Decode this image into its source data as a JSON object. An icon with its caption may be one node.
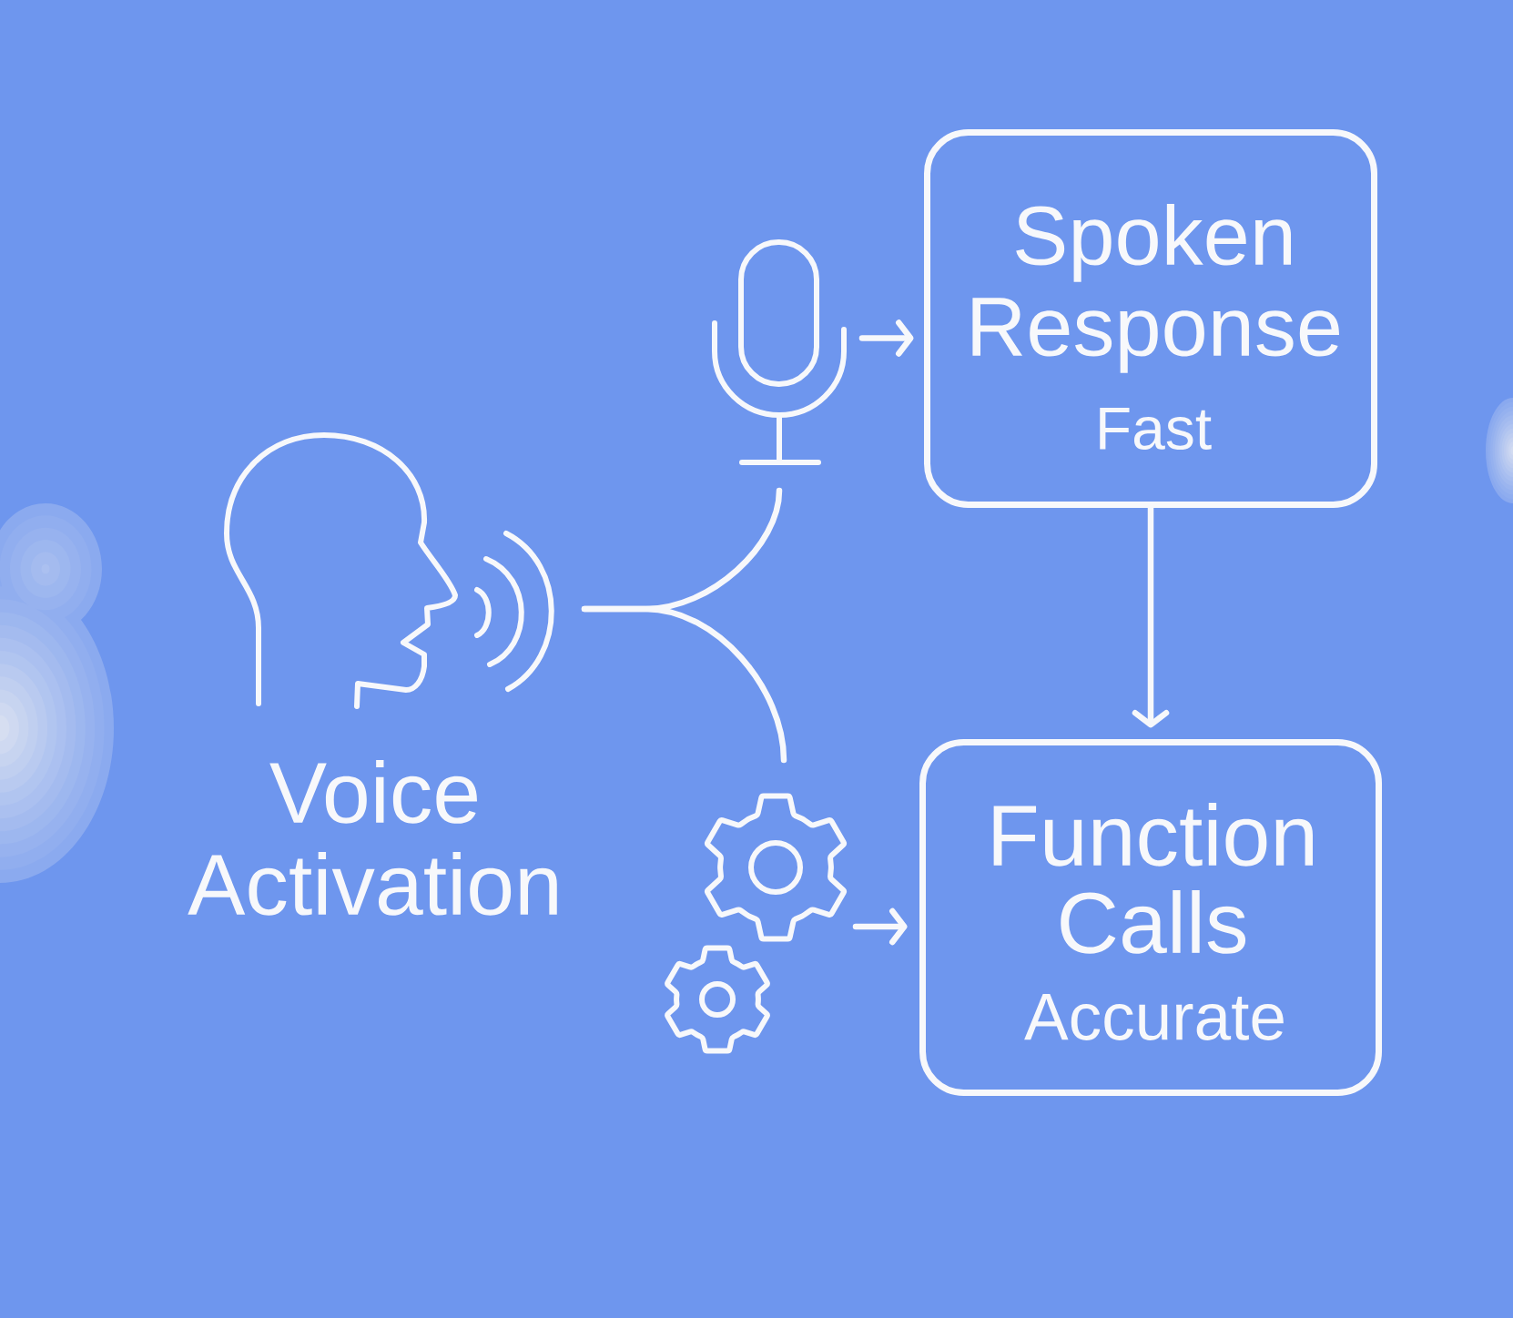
{
  "diagram": {
    "nodes": [
      {
        "text": [
          "Voice Activation"
        ]
      },
      {
        "text": [],
        "shape": "picture"
      },
      {
        "text": [
          "Spoken Response",
          "Fast"
        ]
      },
      {
        "text": [],
        "shape": "picture"
      },
      {
        "text": [
          "Function Calls",
          "Accurate"
        ]
      }
    ],
    "edges": [
      {
        "from": 0,
        "to": 1,
        "arrow": "none"
      },
      {
        "from": 0,
        "to": 3,
        "arrow": "none"
      },
      {
        "from": 1,
        "to": 2,
        "arrow": "to"
      },
      {
        "from": 3,
        "to": 4,
        "arrow": "to"
      },
      {
        "from": 2,
        "to": 4,
        "arrow": "to"
      }
    ]
  }
}
